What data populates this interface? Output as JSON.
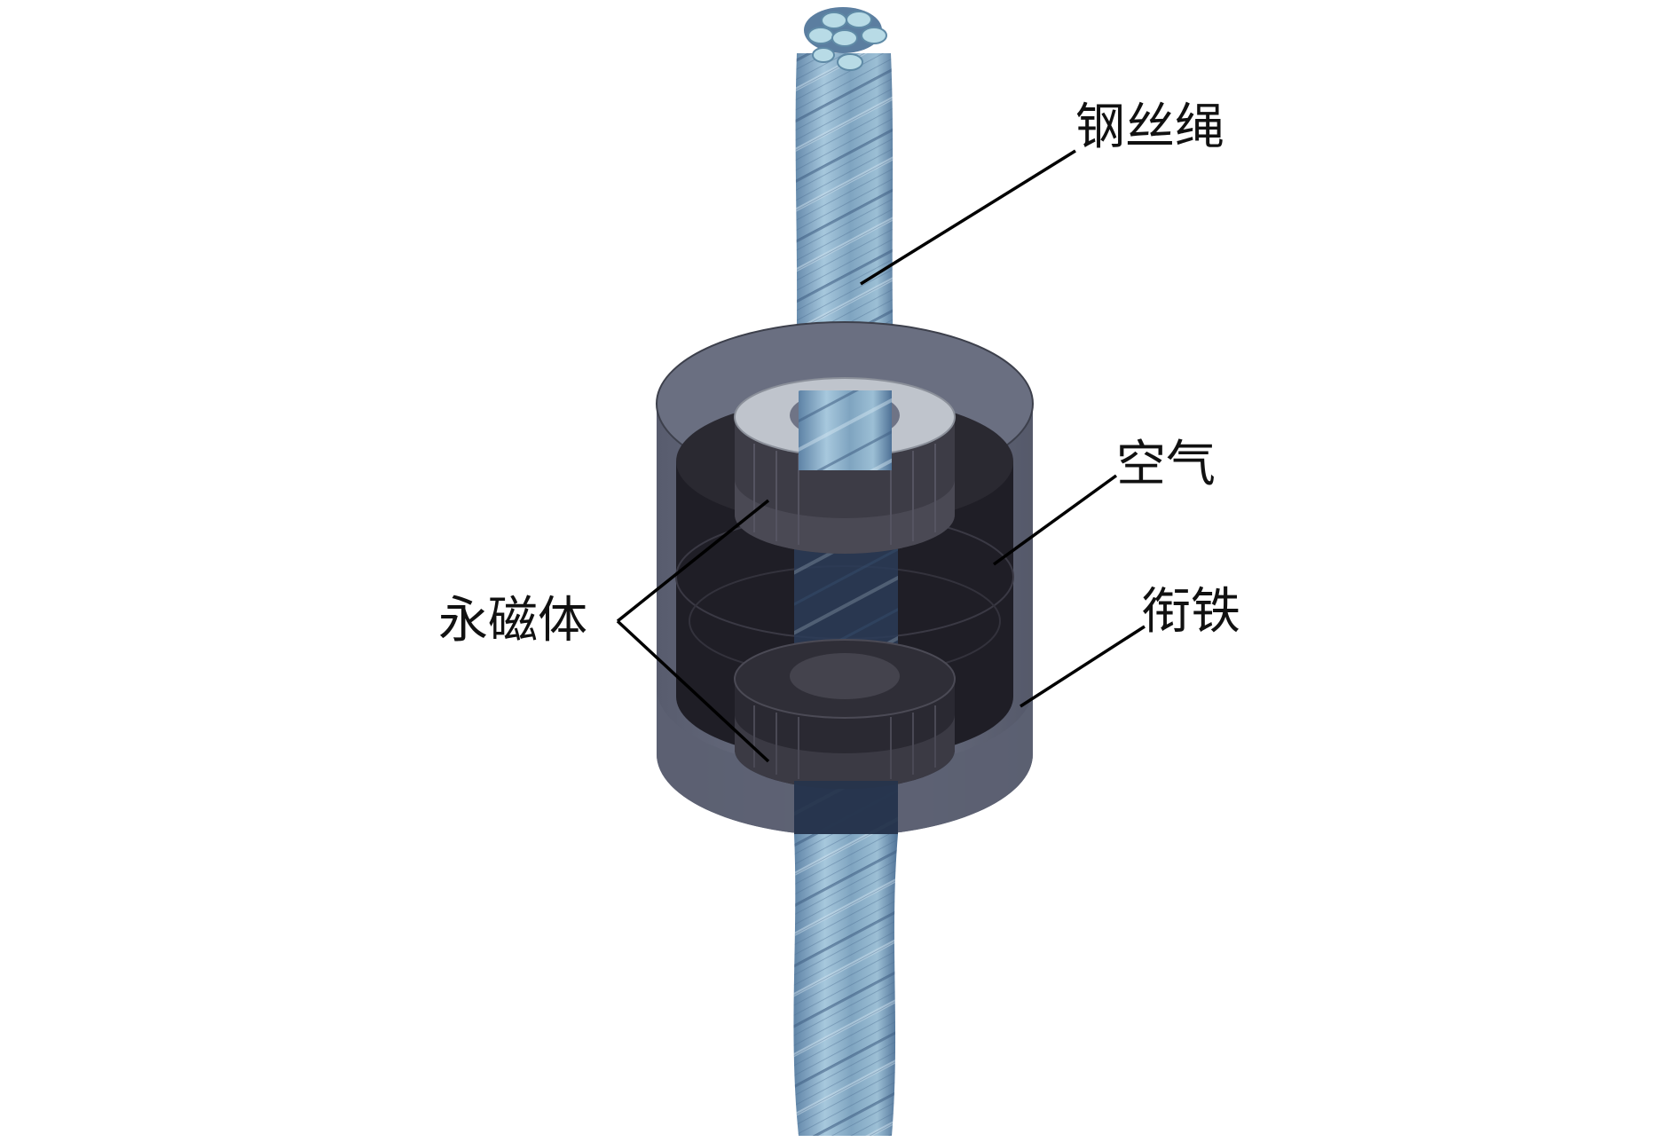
{
  "labels": {
    "wire_rope": "钢丝绳",
    "air": "空气",
    "armature": "衔铁",
    "permanent_magnet": "永磁体"
  },
  "colors": {
    "rope_light": "#a9cbe0",
    "rope_mid": "#7fa4c0",
    "rope_dark": "#3f5f82",
    "strand_end": "#b8dbe6",
    "shell_gray": "#6f7486",
    "shell_dark": "#24232b",
    "magnet_light": "#bfc4cc",
    "leader_line": "#000000"
  }
}
